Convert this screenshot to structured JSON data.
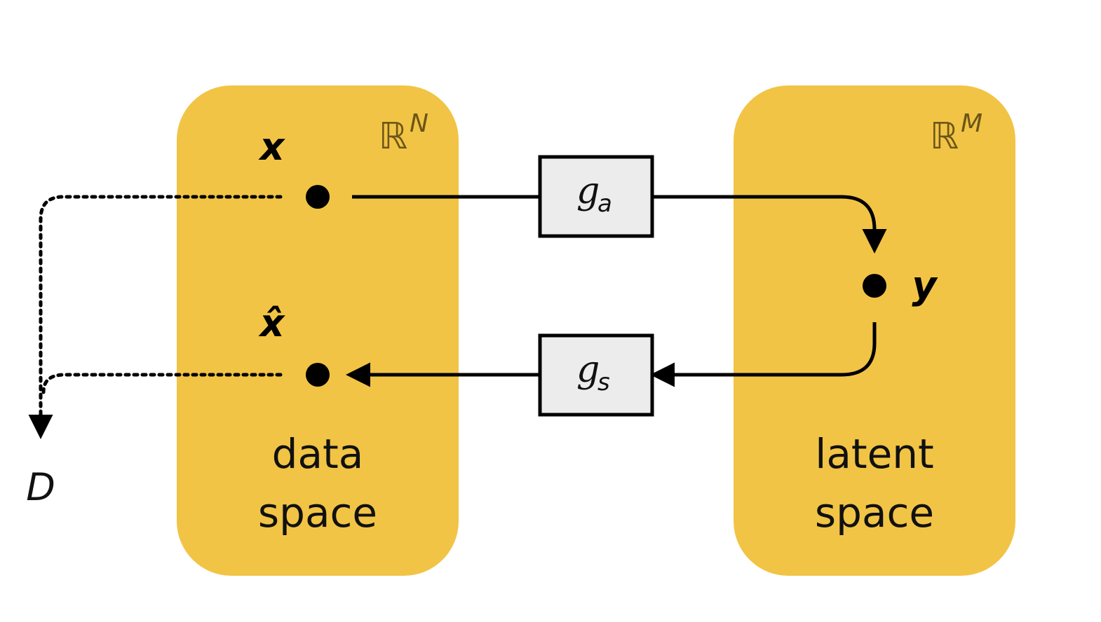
{
  "colors": {
    "space_fill": "#f2c445",
    "box_fill": "#ececec",
    "ink": "#000000"
  },
  "data_space": {
    "field": "ℝ",
    "field_superscript": "N",
    "label_line1": "data",
    "label_line2": "space",
    "point_x": "x",
    "point_xhat": "x̂"
  },
  "latent_space": {
    "field": "ℝ",
    "field_superscript": "M",
    "label_line1": "latent",
    "label_line2": "space",
    "point_y": "y"
  },
  "analysis_transform": {
    "symbol": "g",
    "subscript": "a"
  },
  "synthesis_transform": {
    "symbol": "g",
    "subscript": "s"
  },
  "distortion": {
    "symbol": "D"
  }
}
